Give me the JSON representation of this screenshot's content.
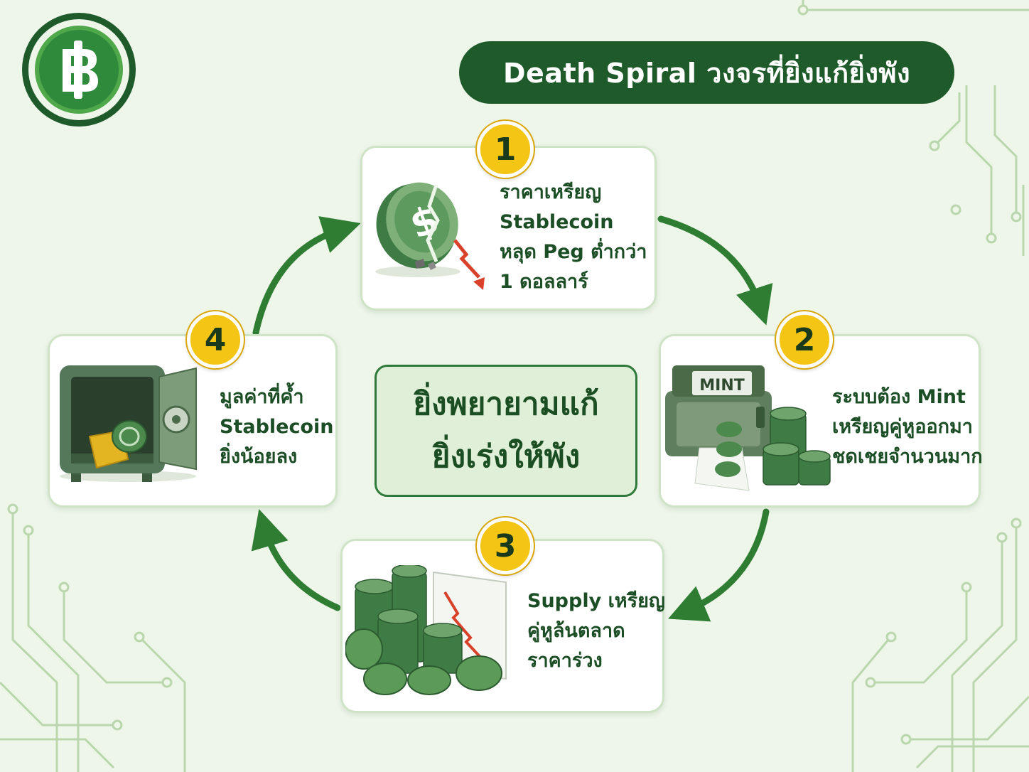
{
  "title": "Death Spiral วงจรที่ยิ่งแก้ยิ่งพัง",
  "logo": {
    "icon": "baht-icon",
    "symbol": "฿"
  },
  "center": {
    "line1": "ยิ่งพยายามแก้",
    "line2": "ยิ่งเร่งให้พัง"
  },
  "steps": [
    {
      "number": "1",
      "lines": [
        "ราคาเหรียญ",
        "Stablecoin",
        "หลุด Peg ต่ำกว่า",
        "1 ดอลลาร์"
      ],
      "icon": "broken-coin-icon"
    },
    {
      "number": "2",
      "lines": [
        "ระบบต้อง Mint",
        "เหรียญคู่หูออกมา",
        "ชดเชยจำนวนมาก"
      ],
      "icon": "mint-printer-icon",
      "machine_label": "MINT"
    },
    {
      "number": "3",
      "lines": [
        "Supply เหรียญ",
        "คู่หูล้นตลาด",
        "ราคาร่วง"
      ],
      "icon": "coin-stacks-icon"
    },
    {
      "number": "4",
      "lines": [
        "มูลค่าที่ค้ำ",
        "Stablecoin",
        "ยิ่งน้อยลง"
      ],
      "icon": "empty-vault-icon"
    }
  ],
  "colors": {
    "dark_green": "#1f5a2b",
    "accent_green": "#2f8a3c",
    "badge_yellow": "#f4c514",
    "background": "#eef6ea",
    "down_arrow_red": "#d8412a"
  }
}
